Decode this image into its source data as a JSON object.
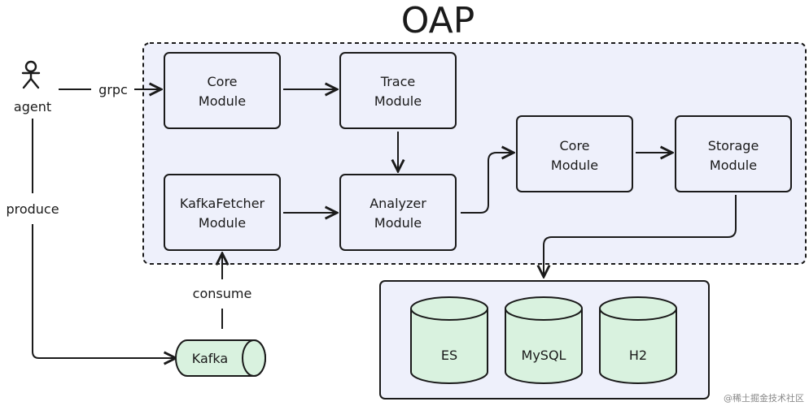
{
  "title": "OAP",
  "actor": {
    "label": "agent"
  },
  "edges": {
    "grpc": "grpc",
    "produce": "produce",
    "consume": "consume"
  },
  "modules": {
    "core_top": {
      "line1": "Core",
      "line2": "Module"
    },
    "trace": {
      "line1": "Trace",
      "line2": "Module"
    },
    "kafka_fetcher": {
      "line1": "KafkaFetcher",
      "line2": "Module"
    },
    "analyzer": {
      "line1": "Analyzer",
      "line2": "Module"
    },
    "core_right": {
      "line1": "Core",
      "line2": "Module"
    },
    "storage": {
      "line1": "Storage",
      "line2": "Module"
    }
  },
  "queue": {
    "label": "Kafka"
  },
  "databases": [
    {
      "label": "ES"
    },
    {
      "label": "MySQL"
    },
    {
      "label": "H2"
    }
  ],
  "watermark": "@稀土掘金技术社区",
  "colors": {
    "module_fill": "#eef0fb",
    "db_fill": "#d9f2df",
    "line": "#1a1a1a"
  }
}
